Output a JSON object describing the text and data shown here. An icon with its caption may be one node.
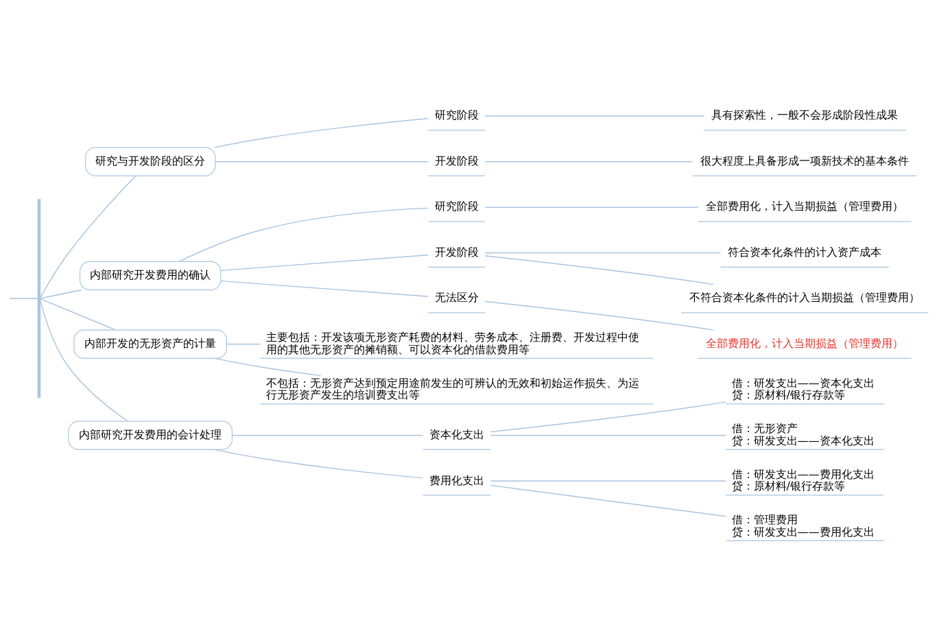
{
  "diagram": {
    "nodes": [
      {
        "text": [],
        "shape": "bar"
      },
      {
        "text": [
          "研究与开发阶段的区分"
        ]
      },
      {
        "text": [
          "研究阶段"
        ]
      },
      {
        "text": [
          "具有探索性，一般不会形成阶段性成果"
        ]
      },
      {
        "text": [
          "开发阶段"
        ]
      },
      {
        "text": [
          "很大程度上具备形成一项新技术的基本条件"
        ]
      },
      {
        "text": [
          "内部研究开发费用的确认"
        ]
      },
      {
        "text": [
          "研究阶段"
        ]
      },
      {
        "text": [
          "全部费用化，计入当期损益（管理费用）"
        ]
      },
      {
        "text": [
          "开发阶段"
        ]
      },
      {
        "text": [
          "符合资本化条件的计入资产成本"
        ]
      },
      {
        "text": [
          "不符合资本化条件的计入当期损益（管理费用）"
        ]
      },
      {
        "text": [
          "无法区分"
        ]
      },
      {
        "text": [
          "全部费用化，计入当期损益（管理费用）"
        ]
      },
      {
        "text": [
          "内部开发的无形资产的计量"
        ]
      },
      {
        "text": [
          "主要包括：开发该项无形资产耗费的材料、劳务成本、注册费、开发过程中使用的其他无形资产的摊销额、可以资本化的借款费用等"
        ]
      },
      {
        "text": [
          "不包括：无形资产达到预定用途前发生的可辨认的无效和初始运作损失、为运行无形资产发生的培训费支出等"
        ]
      },
      {
        "text": [
          "内部研究开发费用的会计处理"
        ]
      },
      {
        "text": [
          "资本化支出"
        ]
      },
      {
        "text": [
          "借：研发支出——资本化支出",
          "贷：原材料/银行存款等"
        ]
      },
      {
        "text": [
          "借：无形资产",
          "贷：研发支出——资本化支出"
        ]
      },
      {
        "text": [
          "费用化支出"
        ]
      },
      {
        "text": [
          "借：研发支出——费用化支出",
          "贷：原材料/银行存款等"
        ]
      },
      {
        "text": [
          "借：管理费用",
          "贷：研发支出——费用化支出"
        ]
      }
    ],
    "edges": [
      {
        "from": null,
        "to": 0,
        "arrow": "none"
      },
      {
        "from": 0,
        "to": 1,
        "arrow": "none"
      },
      {
        "from": 0,
        "to": 6,
        "arrow": "none"
      },
      {
        "from": 0,
        "to": 14,
        "arrow": "none"
      },
      {
        "from": 0,
        "to": 17,
        "arrow": "none"
      },
      {
        "from": 1,
        "to": 2,
        "arrow": "none"
      },
      {
        "from": 2,
        "to": 3,
        "arrow": "none"
      },
      {
        "from": 1,
        "to": 4,
        "arrow": "none"
      },
      {
        "from": 4,
        "to": 5,
        "arrow": "none"
      },
      {
        "from": 6,
        "to": 7,
        "arrow": "none"
      },
      {
        "from": 7,
        "to": 8,
        "arrow": "none"
      },
      {
        "from": 6,
        "to": 9,
        "arrow": "none"
      },
      {
        "from": 9,
        "to": 10,
        "arrow": "none"
      },
      {
        "from": 9,
        "to": 11,
        "arrow": "none"
      },
      {
        "from": 6,
        "to": 12,
        "arrow": "none"
      },
      {
        "from": 12,
        "to": 13,
        "arrow": "none"
      },
      {
        "from": 14,
        "to": 15,
        "arrow": "none"
      },
      {
        "from": 14,
        "to": 16,
        "arrow": "none"
      },
      {
        "from": 17,
        "to": 18,
        "arrow": "none"
      },
      {
        "from": 18,
        "to": 19,
        "arrow": "none"
      },
      {
        "from": 18,
        "to": 20,
        "arrow": "none"
      },
      {
        "from": 17,
        "to": 21,
        "arrow": "none"
      },
      {
        "from": 21,
        "to": 22,
        "arrow": "none"
      },
      {
        "from": 21,
        "to": 23,
        "arrow": "none"
      }
    ]
  }
}
